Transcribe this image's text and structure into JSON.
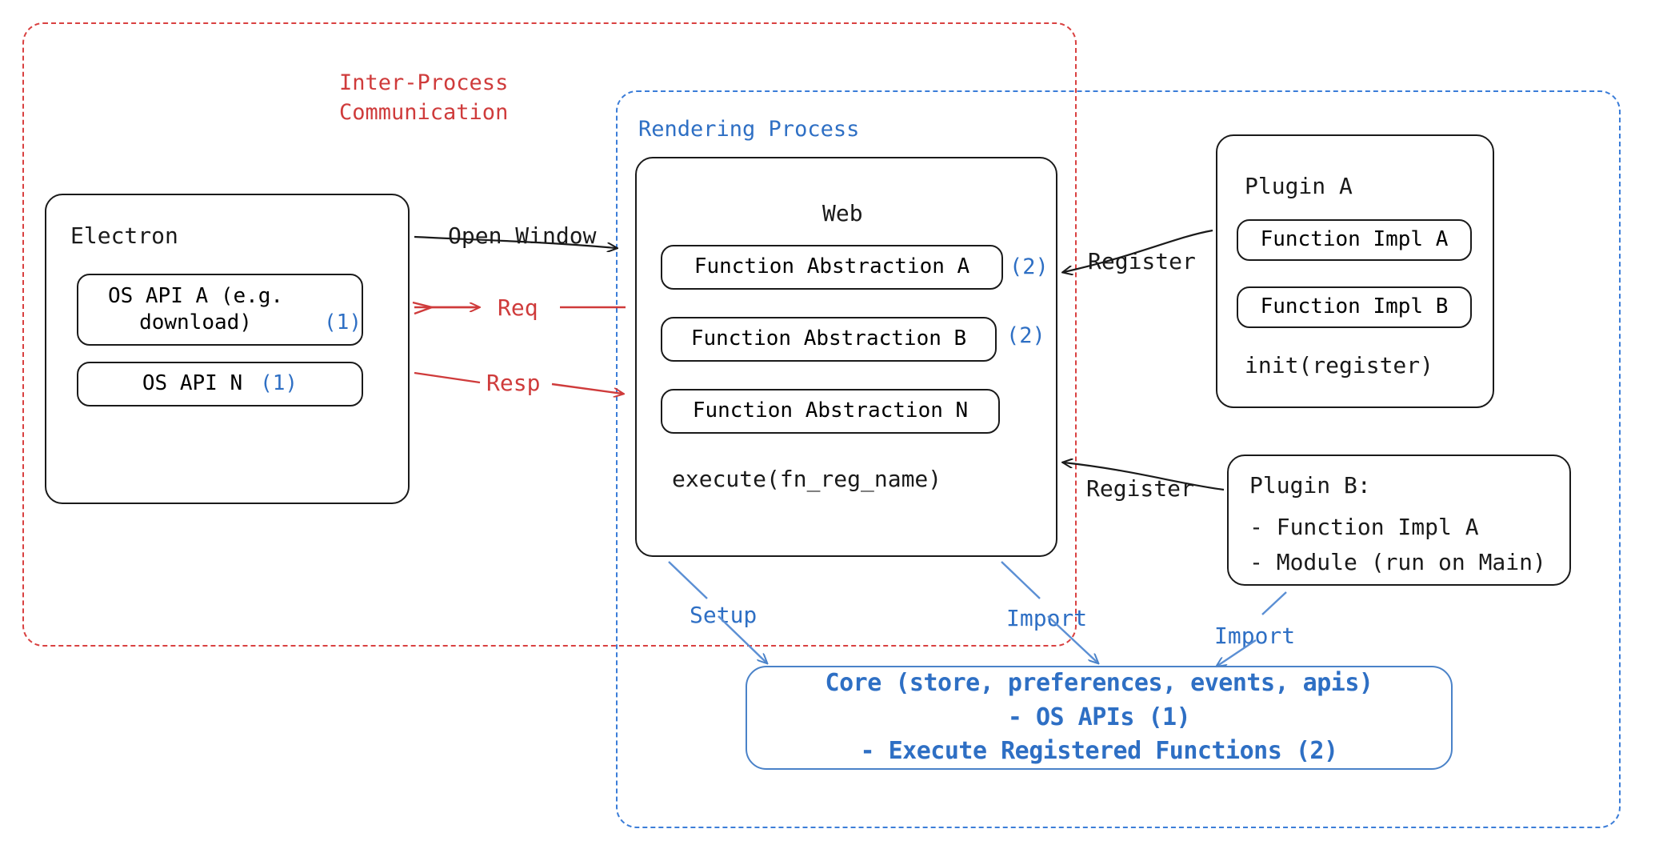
{
  "diagram": {
    "title": "Electron plugin architecture",
    "colors": {
      "ipc_red": "#cf3b3b",
      "render_blue": "#2e6fc4",
      "core_blue": "#4a82c8",
      "outline_black": "#1a1a1a"
    },
    "regions": [
      {
        "id": "ipc",
        "label": "Inter-Process\nCommunication",
        "color": "#cf3b3b",
        "style": "dashed"
      },
      {
        "id": "rendering",
        "label": "Rendering Process",
        "color": "#2e6fc4",
        "style": "dashed"
      }
    ],
    "electron": {
      "title": "Electron",
      "apis": [
        {
          "name": "OS API A (e.g.\ndownload)",
          "marker": "(1)"
        },
        {
          "name": "OS API N",
          "marker": "(1)"
        }
      ]
    },
    "web": {
      "title": "Web",
      "abstractions": [
        {
          "name": "Function Abstraction A",
          "marker": "(2)"
        },
        {
          "name": "Function Abstraction B",
          "marker": "(2)"
        },
        {
          "name": "Function Abstraction N",
          "marker": ""
        }
      ],
      "footer": "execute(fn_reg_name)"
    },
    "plugin_a": {
      "title": "Plugin A",
      "impls": [
        "Function Impl A",
        "Function Impl B"
      ],
      "footer": "init(register)"
    },
    "plugin_b": {
      "title": "Plugin B:",
      "items": [
        "- Function Impl A",
        "- Module (run on Main)"
      ]
    },
    "core": {
      "lines": [
        "Core (store, preferences, events, apis)",
        "- OS APIs (1)",
        "- Execute Registered Functions (2)"
      ]
    },
    "arrows": [
      {
        "id": "open-window",
        "label": "Open Window",
        "color": "#1a1a1a"
      },
      {
        "id": "req",
        "label": "Req",
        "color": "#cf3b3b"
      },
      {
        "id": "resp",
        "label": "Resp",
        "color": "#cf3b3b"
      },
      {
        "id": "register-a",
        "label": "Register",
        "color": "#1a1a1a"
      },
      {
        "id": "register-b",
        "label": "Register",
        "color": "#1a1a1a"
      },
      {
        "id": "setup",
        "label": "Setup",
        "color": "#2e6fc4"
      },
      {
        "id": "import-web",
        "label": "Import",
        "color": "#2e6fc4"
      },
      {
        "id": "import-plugin-b",
        "label": "Import",
        "color": "#2e6fc4"
      }
    ]
  }
}
